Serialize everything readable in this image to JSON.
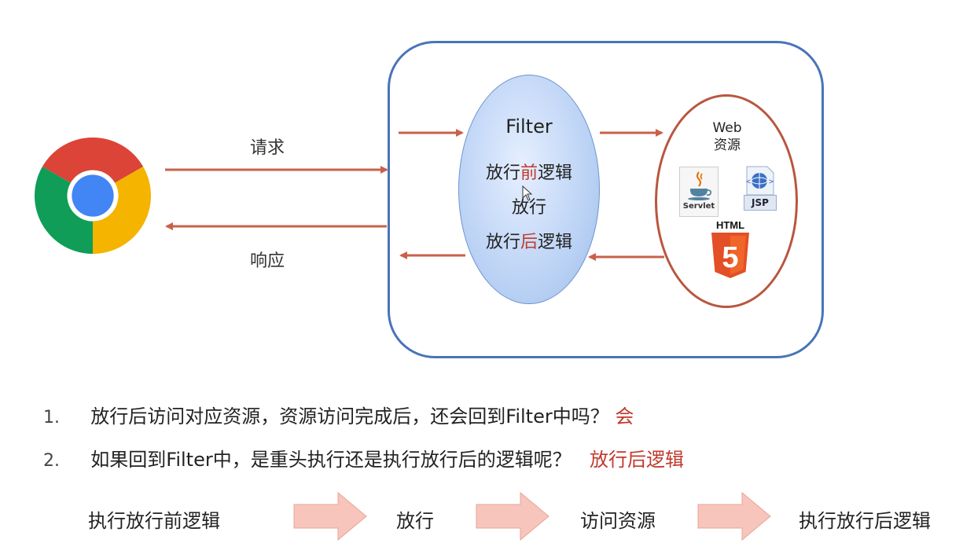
{
  "diagram": {
    "request_label": "请求",
    "response_label": "响应",
    "filter": {
      "title": "Filter",
      "before_prefix": "放行",
      "before_highlight": "前",
      "before_suffix": "逻辑",
      "pass": "放行",
      "after_prefix": "放行",
      "after_highlight": "后",
      "after_suffix": "逻辑"
    },
    "web_resource": {
      "title_line1": "Web",
      "title_line2": "资源",
      "servlet_label": "Servlet",
      "jsp_label": "JSP",
      "html_label": "HTML",
      "html5_digit": "5"
    }
  },
  "questions": [
    {
      "number": "1.",
      "text": "放行后访问对应资源，资源访问完成后，还会回到Filter中吗？",
      "answer": "会"
    },
    {
      "number": "2.",
      "text": "如果回到Filter中，是重头执行还是执行放行后的逻辑呢？",
      "answer": "放行后逻辑"
    }
  ],
  "flow_steps": [
    "执行放行前逻辑",
    "放行",
    "访问资源",
    "执行放行后逻辑"
  ],
  "colors": {
    "arrow": "#c9614a",
    "server_border": "#4a74b8",
    "web_border": "#b9563f",
    "highlight": "#c0392b",
    "flow_arrow_fill": "#f7c5bb"
  }
}
